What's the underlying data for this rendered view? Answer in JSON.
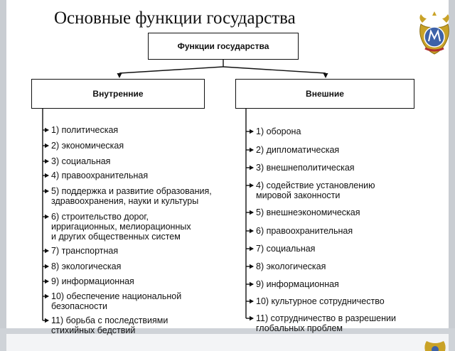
{
  "title": "Основные функции государства",
  "root": {
    "label": "Функции государства"
  },
  "internal": {
    "label": "Внутренние",
    "items": [
      "1) политическая",
      "2) экономическая",
      "3) социальная",
      "4) правоохранительная",
      "5) поддержка и развитие образования,\nздравоохранения, науки и культуры",
      "6) строительство дорог,\nирригационных, мелиорационных\nи других общественных систем",
      "7) транспортная",
      "8) экологическая",
      "9) информационная",
      "10) обеспечение национальной\nбезопасности",
      "11) борьба с последствиями\nстихийных бедствий"
    ]
  },
  "external": {
    "label": "Внешние",
    "items": [
      "1) оборона",
      "2) дипломатическая",
      "3) внешнеполитическая",
      "4) содействие установлению\nмировой законности",
      "5) внешнеэкономическая",
      "6) правоохранительная",
      "7) социальная",
      "8) экологическая",
      "9) информационная",
      "10) культурное сотрудничество",
      "11) сотрудничество в разрешении\nглобальных проблем"
    ]
  },
  "colors": {
    "line": "#111111",
    "emblem_gold": "#c9a227",
    "emblem_blue": "#3d62a8",
    "emblem_red": "#b03030"
  },
  "icons": {
    "emblem": "university-emblem-icon"
  }
}
